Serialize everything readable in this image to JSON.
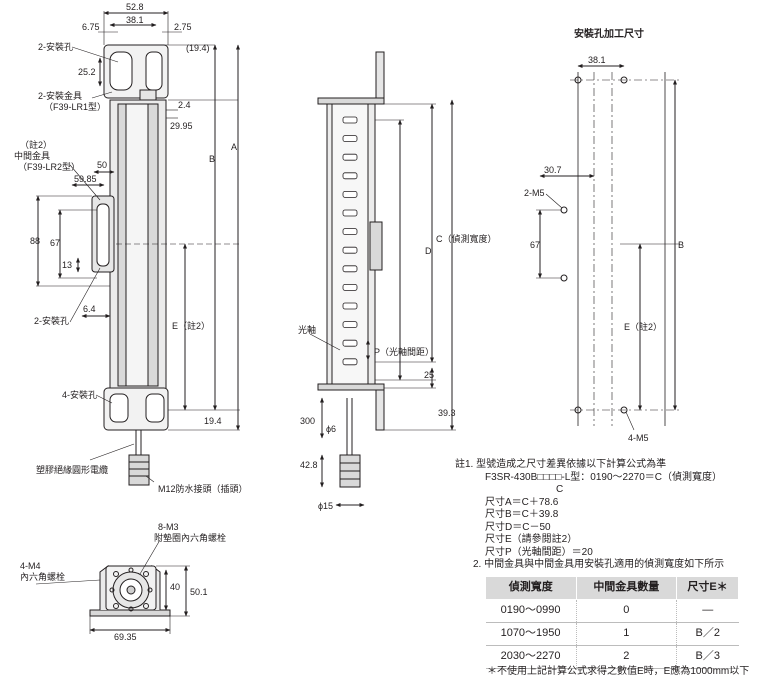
{
  "front_view": {
    "dims": {
      "w52_8": "52.8",
      "w6_75": "6.75",
      "w38_1": "38.1",
      "w2_75": "2.75",
      "w19_4": "(19.4)",
      "h25_2": "25.2",
      "h2_4": "2.4",
      "h29_95": "29.95",
      "w50": "50",
      "w59_85": "59.85",
      "h88": "88",
      "h67": "67",
      "h13": "13",
      "w6_4": "6.4",
      "h19_4": "19.4",
      "dimA": "A",
      "dimB": "B",
      "dimE": "E（註2）"
    },
    "labels": {
      "mount_hole_top": "2-安裝孔",
      "mount_bracket": "2-安裝金具",
      "mount_bracket_model": "（F39-LR1型）",
      "note2": "（註2）",
      "middle_bracket": "中間金具",
      "middle_bracket_model": "（F39-LR2型）",
      "mount_hole_mid": "2-安裝孔",
      "mount_hole_bottom": "4-安裝孔",
      "cable": "塑膠絕緣圓形電纜",
      "connector": "M12防水接頭（插頭）"
    }
  },
  "side_view": {
    "dims": {
      "dimC": "C（偵測寬度）",
      "dimD": "D",
      "dimP": "P（光軸間距）",
      "d25": "25",
      "d39_3": "39.3",
      "d300": "300",
      "d6": "ϕ6",
      "d42_8": "42.8",
      "d15": "ϕ15"
    },
    "labels": {
      "optical_axis": "光軸"
    }
  },
  "hole_view": {
    "title": "安裝孔加工尺寸",
    "dims": {
      "w38_1": "38.1",
      "w30_7": "30.7",
      "h67": "67",
      "dimB": "B",
      "dimE": "E（註2）"
    },
    "labels": {
      "m5_top": "2-M5",
      "m5_bottom": "4-M5"
    }
  },
  "bottom_view": {
    "dims": {
      "h40": "40",
      "h50_1": "50.1",
      "w69_35": "69.35"
    },
    "labels": {
      "screws_m3": "8-M3",
      "screws_m3_desc": "附墊圈內六角螺栓",
      "screws_m4": "4-M4",
      "screws_m4_desc": "內六角螺栓"
    }
  },
  "notes": {
    "n1_line1": "註1. 型號造成之尺寸差異依據以下計算公式為準",
    "n1_line2": "F3SR-430B□□□□-L型：0190～2270＝C（偵測寬度）",
    "n1_frac": "C",
    "formula_a": "尺寸A＝C＋78.6",
    "formula_b": "尺寸B＝C＋39.8",
    "formula_d": "尺寸D＝C－50",
    "formula_e": "尺寸E（請參閱註2）",
    "formula_p": "尺寸P（光軸間距）＝20",
    "n2": "2. 中間金具與中間金具用安裝孔適用的偵測寬度如下所示"
  },
  "table": {
    "headers": [
      "偵測寬度",
      "中間金具數量",
      "尺寸E＊"
    ],
    "rows": [
      [
        "0190～0990",
        "0",
        "—"
      ],
      [
        "1070～1950",
        "1",
        "B／2"
      ],
      [
        "2030～2270",
        "2",
        "B／3"
      ]
    ]
  },
  "footnote": "＊不使用上記計算公式求得之數值E時，E應為1000mm以下"
}
